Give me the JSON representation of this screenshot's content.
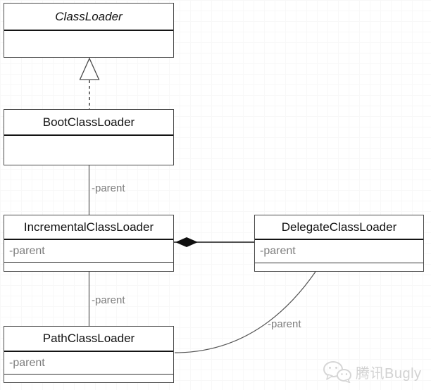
{
  "diagram": {
    "type": "uml-class-diagram",
    "classes": [
      {
        "name": "ClassLoader",
        "abstract": true,
        "attributes": []
      },
      {
        "name": "BootClassLoader",
        "abstract": false,
        "attributes": []
      },
      {
        "name": "IncrementalClassLoader",
        "abstract": false,
        "attributes": [
          "-parent"
        ]
      },
      {
        "name": "DelegateClassLoader",
        "abstract": false,
        "attributes": [
          "-parent"
        ]
      },
      {
        "name": "PathClassLoader",
        "abstract": false,
        "attributes": [
          "-parent"
        ]
      }
    ],
    "relationships": [
      {
        "type": "realization-dashed-triangle",
        "from": "BootClassLoader",
        "to": "ClassLoader",
        "label": ""
      },
      {
        "type": "association",
        "from": "BootClassLoader",
        "to": "IncrementalClassLoader",
        "label": "-parent"
      },
      {
        "type": "composition-filled-diamond",
        "from": "IncrementalClassLoader",
        "to": "DelegateClassLoader",
        "label": ""
      },
      {
        "type": "association",
        "from": "IncrementalClassLoader",
        "to": "PathClassLoader",
        "label": "-parent"
      },
      {
        "type": "association-curved",
        "from": "DelegateClassLoader",
        "to": "PathClassLoader",
        "label": "-parent"
      }
    ],
    "edge_labels": {
      "boot_to_incremental": "-parent",
      "incremental_to_path": "-parent",
      "delegate_to_path": "-parent"
    }
  },
  "watermark": {
    "text": "腾讯Bugly",
    "icon": "wechat-icon"
  },
  "colors": {
    "box_border": "#4a4a4a",
    "divider": "#141414",
    "connector": "#555555",
    "edge_label": "#7d7d7d",
    "watermark": "#d2d2d2"
  }
}
